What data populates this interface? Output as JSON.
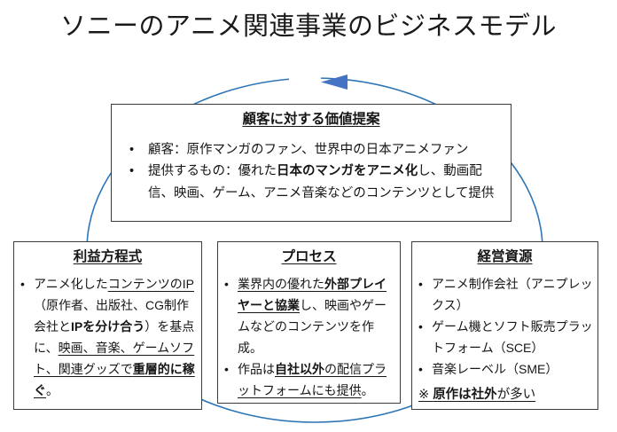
{
  "title": "ソニーのアニメ関連事業のビジネスモデル",
  "colors": {
    "cycle_stroke": "#2E75B6",
    "arrow_fill": "#4472C4",
    "box_border": "#3c3c3c",
    "text": "#161616"
  },
  "icons": {
    "cycle_arrow": "left-pointing-triangle"
  },
  "boxes": {
    "value_proposition": {
      "header": "顧客に対する価値提案",
      "bullets": [
        {
          "marker": "•",
          "segments": [
            {
              "t": "顧客：原作マンガのファン、世界中の日本アニメファン"
            }
          ]
        },
        {
          "marker": "•",
          "segments": [
            {
              "t": "提供するもの：優れた"
            },
            {
              "t": "日本のマンガをアニメ化",
              "b": true
            },
            {
              "t": "し、動画配信、映画、ゲーム、アニメ音楽などのコンテンツとして提供"
            }
          ]
        }
      ]
    },
    "profit_formula": {
      "header": "利益方程式",
      "bullets": [
        {
          "marker": "•",
          "segments": [
            {
              "t": "アニメ化した"
            },
            {
              "t": "コンテンツのIP",
              "u": true
            },
            {
              "t": "（原作者、出版社、CG制作会社と"
            },
            {
              "t": "IPを分け合う",
              "b": true
            },
            {
              "t": "）を基点に、"
            },
            {
              "t": "映画、音楽、ゲームソフト、関連グッズで",
              "u": true
            },
            {
              "t": "重層的に稼ぐ",
              "b": true,
              "u": true
            },
            {
              "t": "。"
            }
          ]
        }
      ]
    },
    "process": {
      "header": "プロセス",
      "bullets": [
        {
          "marker": "•",
          "segments": [
            {
              "t": "業界内の優れた",
              "u": true
            },
            {
              "t": "外部プレイヤーと協業",
              "b": true,
              "u": true
            },
            {
              "t": "し、映画やゲームなどのコンテンツを作成。"
            }
          ]
        },
        {
          "marker": "•",
          "segments": [
            {
              "t": "作品は"
            },
            {
              "t": "自社以外",
              "b": true,
              "u": true
            },
            {
              "t": "の配信プラットフォームにも提供",
              "u": true
            },
            {
              "t": "。"
            }
          ]
        }
      ]
    },
    "resources": {
      "header": "経営資源",
      "bullets": [
        {
          "marker": "•",
          "segments": [
            {
              "t": "アニメ制作会社（アニプレックス）"
            }
          ]
        },
        {
          "marker": "•",
          "segments": [
            {
              "t": "ゲーム機とソフト販売プラットフォーム（SCE）"
            }
          ]
        },
        {
          "marker": "•",
          "segments": [
            {
              "t": "音楽レーベル（SME）"
            }
          ]
        }
      ],
      "note": {
        "segments": [
          {
            "t": "※ ",
            "u": true
          },
          {
            "t": "原作は社外",
            "b": true,
            "u": true
          },
          {
            "t": "が多い",
            "u": true
          }
        ]
      }
    }
  }
}
